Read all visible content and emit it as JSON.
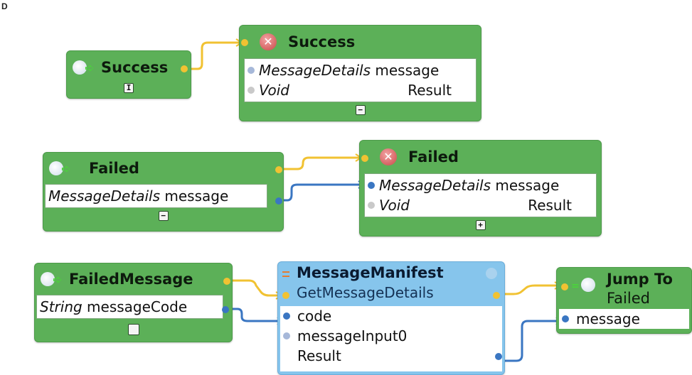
{
  "corner_label": "D",
  "nodes": {
    "success_start": {
      "title": "Success",
      "toggle": "I"
    },
    "success_end": {
      "title": "Success",
      "rows": [
        {
          "type": "MessageDetails",
          "name": "message"
        },
        {
          "type": "Void",
          "name": "Result"
        }
      ],
      "toggle": "−"
    },
    "failed_start": {
      "title": "Failed",
      "rows": [
        {
          "type": "MessageDetails",
          "name": "message"
        }
      ],
      "toggle": "−"
    },
    "failed_end": {
      "title": "Failed",
      "rows": [
        {
          "type": "MessageDetails",
          "name": "message"
        },
        {
          "type": "Void",
          "name": "Result"
        }
      ],
      "toggle": "+"
    },
    "failedmessage_start": {
      "title": "FailedMessage",
      "rows": [
        {
          "type": "String",
          "name": "messageCode"
        }
      ],
      "toggle": ""
    },
    "message_manifest": {
      "title": "MessageManifest",
      "subtitle": "GetMessageDetails",
      "rows": [
        "code",
        "messageInput0",
        "Result"
      ]
    },
    "jump_to": {
      "title": "Jump To",
      "subtitle": "Failed",
      "rows": [
        "message"
      ]
    }
  },
  "colors": {
    "node_green": "#5cb058",
    "node_blue": "#86c5ec",
    "flow_wire": "#f1c232",
    "data_wire": "#3a76c2"
  }
}
